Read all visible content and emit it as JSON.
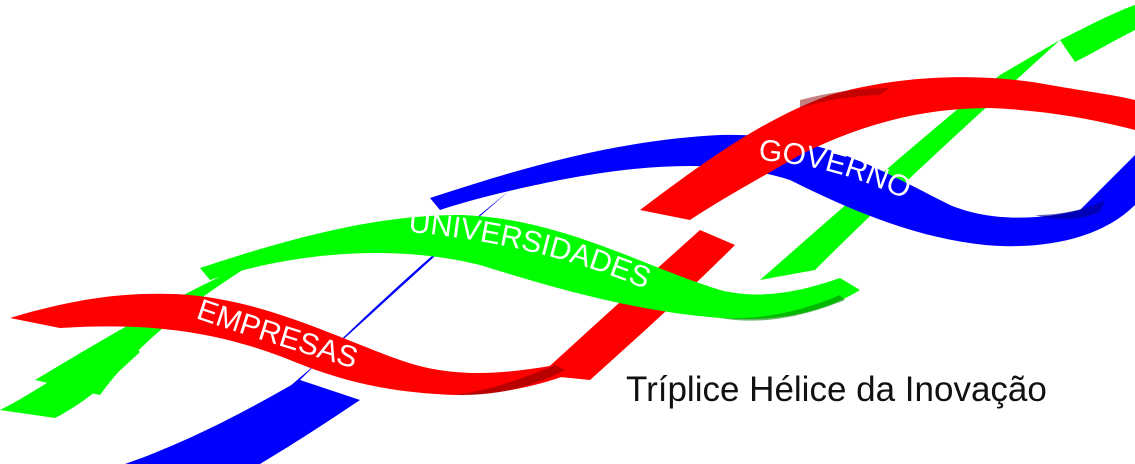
{
  "colors": {
    "red": "#ff0000",
    "green": "#00ff00",
    "blue": "#0000ff",
    "background": "#ffffff",
    "caption_text": "#111111",
    "label_text": "#ffffff"
  },
  "ribbons": [
    {
      "key": "empresas",
      "label": "EMPRESAS",
      "color": "red"
    },
    {
      "key": "universidades",
      "label": "UNIVERSIDADES",
      "color": "green"
    },
    {
      "key": "governo",
      "label": "GOVERNO",
      "color": "blue"
    }
  ],
  "caption": "Tríplice Hélice da Inovação"
}
